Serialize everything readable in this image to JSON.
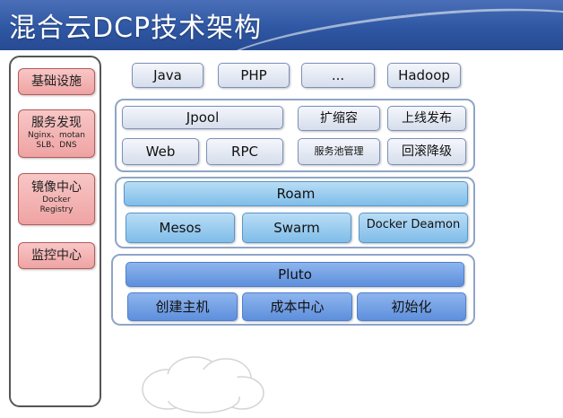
{
  "title": "混合云DCP技术架构",
  "sidebar": {
    "items": [
      {
        "title": "基础设施",
        "sub": ""
      },
      {
        "title": "服务发现",
        "sub": "Nginx、motan SLB、DNS"
      },
      {
        "title": "镜像中心",
        "sub": "Docker Registry"
      },
      {
        "title": "监控中心",
        "sub": ""
      }
    ]
  },
  "top_row": [
    "Java",
    "PHP",
    "...",
    "Hadoop"
  ],
  "jpool_layer": {
    "jpool": "Jpool",
    "expand": "扩缩容",
    "release": "上线发布",
    "web": "Web",
    "rpc": "RPC",
    "service_pool": "服务池管理",
    "rollback": "回滚降级"
  },
  "roam_layer": {
    "roam": "Roam",
    "mesos": "Mesos",
    "swarm": "Swarm",
    "docker_deamon": "Docker Deamon"
  },
  "pluto_layer": {
    "pluto": "Pluto",
    "create_host": "创建主机",
    "cost_center": "成本中心",
    "init": "初始化"
  },
  "colors": {
    "title_bar": "#2f57a3",
    "sidebar_box": "#efa3a3",
    "grey_box": "#d6deec",
    "roam_blue": "#7fbde9",
    "pluto_blue": "#5e8fdc"
  }
}
